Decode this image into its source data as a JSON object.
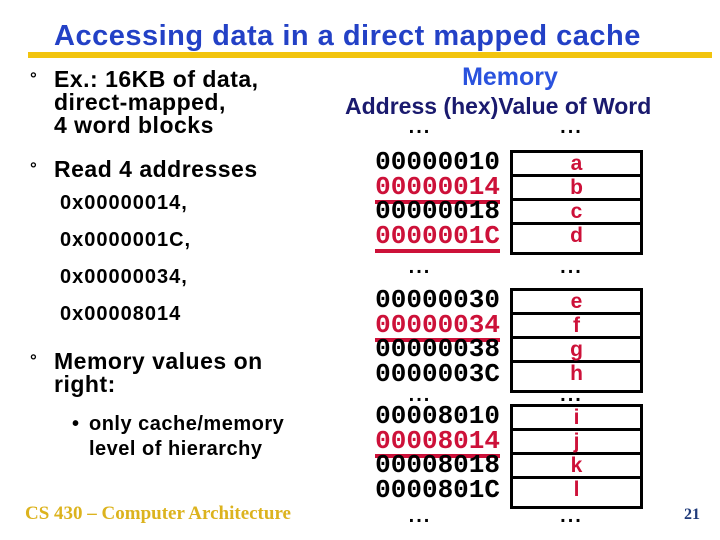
{
  "title": "Accessing data in a direct mapped cache",
  "left": {
    "bullet1": {
      "marker": "°",
      "line1": "Ex.: 16KB of data,",
      "line2": "direct-mapped,",
      "line3": "4 word blocks"
    },
    "bullet2": {
      "marker": "°",
      "text": "Read 4 addresses"
    },
    "addresses": [
      "0x00000014,",
      "0x0000001C,",
      "0x00000034,",
      "0x00008014"
    ],
    "bullet3": {
      "marker": "°",
      "line1": "Memory values on",
      "line2": "right:"
    },
    "sub_bullet": {
      "marker": "•",
      "line1": "only cache/memory",
      "line2": "level of hierarchy"
    }
  },
  "memory": {
    "title": "Memory",
    "address_header": "Address (hex)",
    "value_header": "Value of Word",
    "ellipsis": "...",
    "groups": [
      {
        "rows": [
          {
            "address": "00000010",
            "value": "a",
            "highlight": false
          },
          {
            "address": "00000014",
            "value": "b",
            "highlight": true
          },
          {
            "address": "00000018",
            "value": "c",
            "highlight": false
          },
          {
            "address": "0000001C",
            "value": "d",
            "highlight": true
          }
        ]
      },
      {
        "rows": [
          {
            "address": "00000030",
            "value": "e",
            "highlight": false
          },
          {
            "address": "00000034",
            "value": "f",
            "highlight": true
          },
          {
            "address": "00000038",
            "value": "g",
            "highlight": false
          },
          {
            "address": "0000003C",
            "value": "h",
            "highlight": false
          }
        ]
      },
      {
        "rows": [
          {
            "address": "00008010",
            "value": "i",
            "highlight": false
          },
          {
            "address": "00008014",
            "value": "j",
            "highlight": true
          },
          {
            "address": "00008018",
            "value": "k",
            "highlight": false
          },
          {
            "address": "0000801C",
            "value": "l",
            "highlight": false
          }
        ]
      }
    ]
  },
  "footer": "CS 430 – Computer Architecture",
  "page_number": "21",
  "colors": {
    "title_blue": "#2341C6",
    "memory_blue": "#2A52DE",
    "header_navy": "#1A1A6E",
    "highlight_red": "#CD1139",
    "underline_gold": "#F2C40E",
    "footer_gold": "#DCB31E",
    "page_navy": "#1F3A7A"
  }
}
